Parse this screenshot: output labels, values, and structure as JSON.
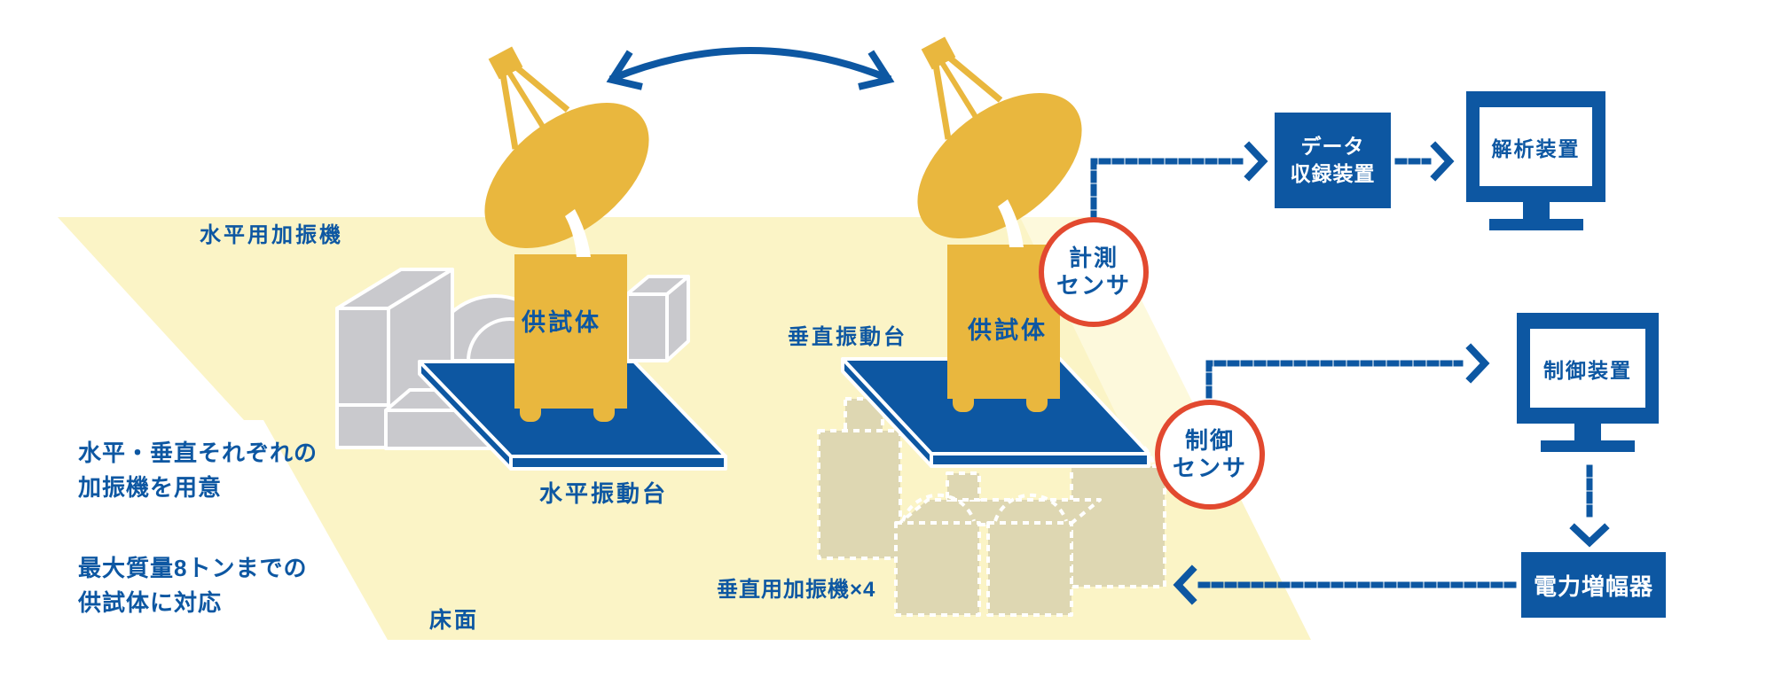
{
  "colors": {
    "primary_blue": "#0d57a2",
    "satellite_yellow": "#e9b73e",
    "floor_yellow": "#fbf4c6",
    "floor_highlight": "#fdf9dc",
    "machine_gray": "#c9c9cd",
    "exciter_beige": "#ded7b2",
    "sensor_red": "#e2492f"
  },
  "stage": {
    "floor_label": "床面"
  },
  "left_rig": {
    "shaker_label": "水平用加振機",
    "specimen_label": "供試体",
    "table_label": "水平振動台"
  },
  "right_rig": {
    "table_label": "垂直振動台",
    "specimen_label": "供試体",
    "shaker_label": "垂直用加振機×4"
  },
  "sensors": {
    "measurement": {
      "line1": "計測",
      "line2": "センサ"
    },
    "control": {
      "line1": "制御",
      "line2": "センサ"
    }
  },
  "devices": {
    "data_recorder": {
      "line1": "データ",
      "line2": "収録装置"
    },
    "analyzer_label": "解析装置",
    "controller_label": "制御装置",
    "amplifier_label": "電力増幅器"
  },
  "notes": {
    "prepare_line1": "水平・垂直それぞれの",
    "prepare_line2": "加振機を用意",
    "capacity_line1": "最大質量8トンまでの",
    "capacity_line2": "供試体に対応"
  }
}
